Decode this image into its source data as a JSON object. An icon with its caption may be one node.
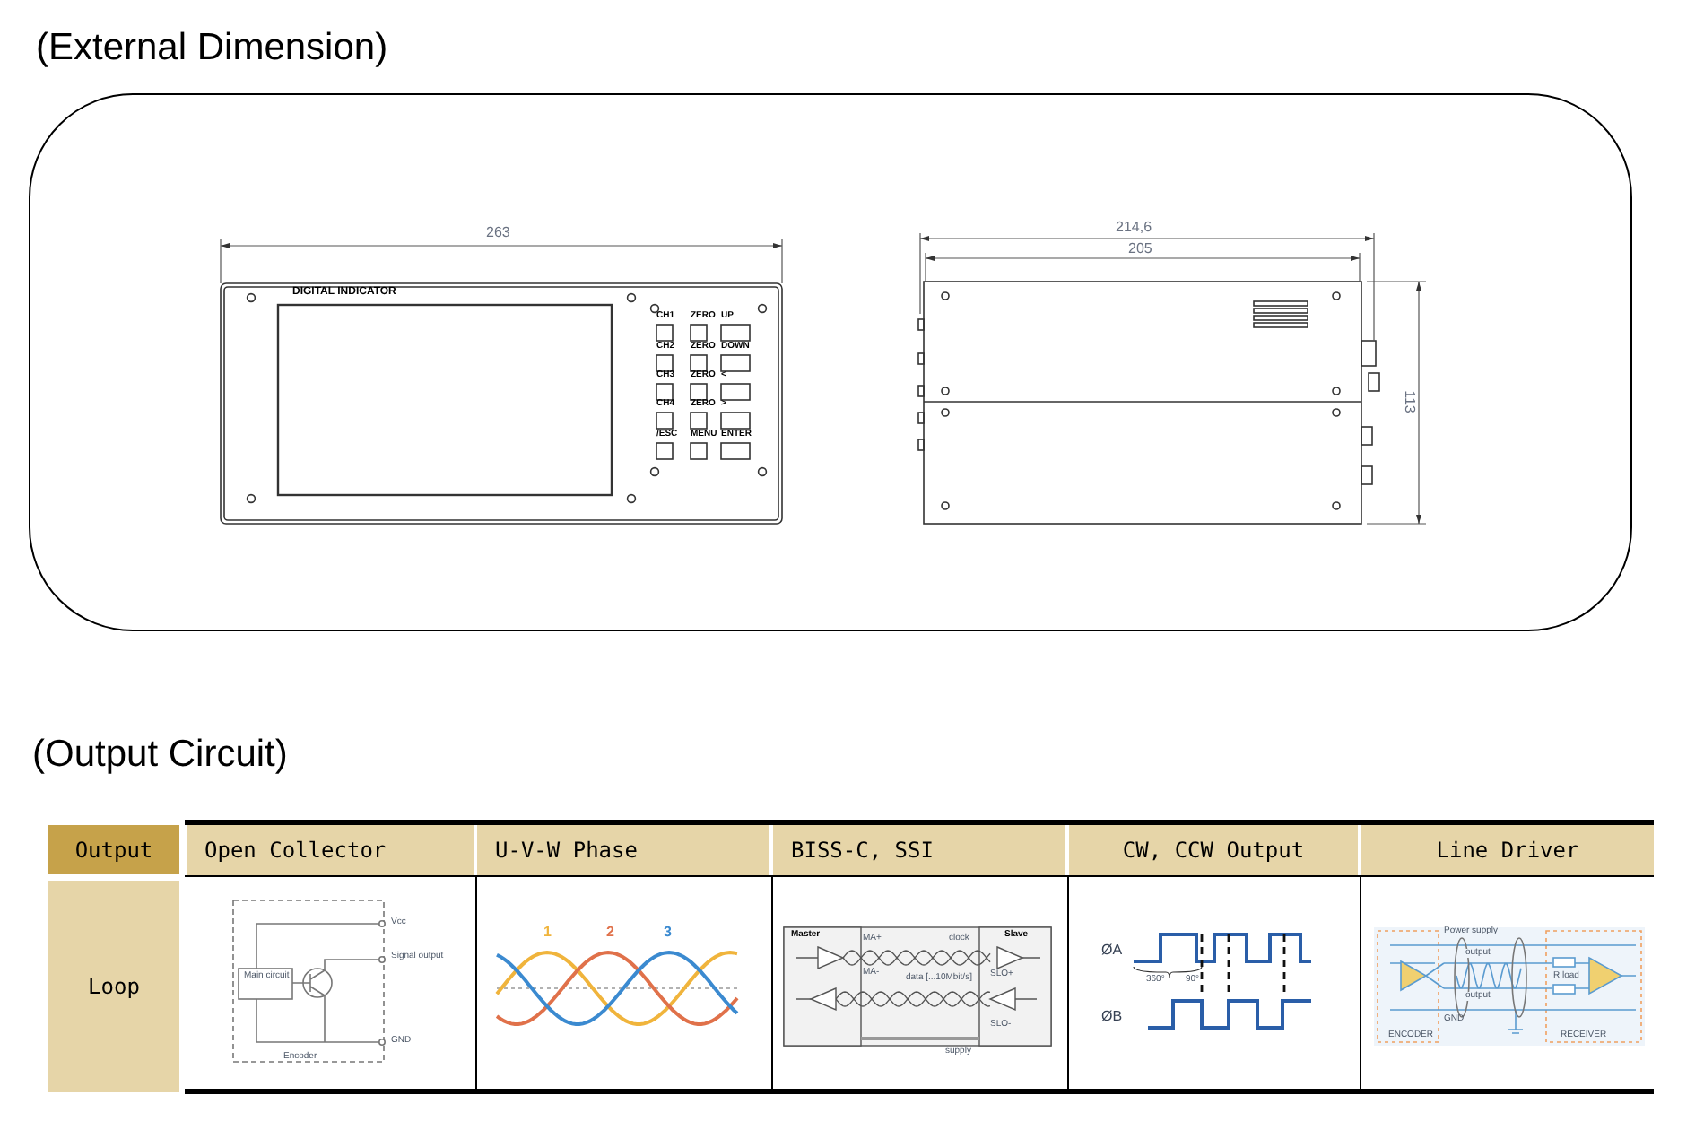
{
  "diagram": {
    "labels": [
      "(External Dimension)",
      "263",
      "DIGITAL INDICATOR",
      "CH1",
      "ZERO",
      "UP",
      "CH2",
      "ZERO",
      "DOWN",
      "CH3",
      "ZERO",
      "<",
      "CH4",
      "ZERO",
      ">",
      "/ESC",
      "MENU",
      "ENTER",
      "214,6",
      "205",
      "113",
      "(Output Circuit)",
      "Output",
      "Open Collector",
      "U-V-W Phase",
      "BISS-C, SSI",
      "CW, CCW Output",
      "Line Driver",
      "Loop",
      "Vcc",
      "Signal output",
      "Main circuit",
      "GND",
      "Encoder",
      "1",
      "2",
      "3",
      "Master",
      "Slave",
      "MA+",
      "MA-",
      "clock",
      "data [...10Mbit/s]",
      "SLO+",
      "SLO-",
      "supply",
      "ØA",
      "360°",
      "90°",
      "ØB",
      "Power supply",
      "output",
      "output",
      "GND",
      "R load",
      "ENCODER",
      "RECEIVER"
    ]
  }
}
